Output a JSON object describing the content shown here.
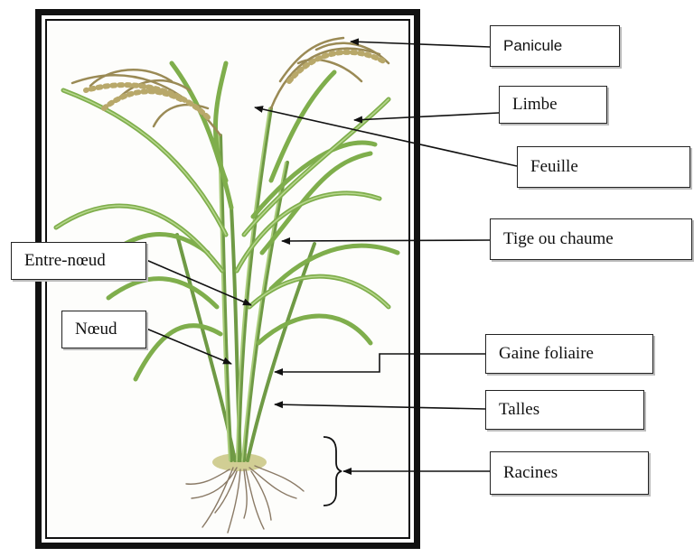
{
  "diagram": {
    "labels": {
      "panicule": "Panicule",
      "limbe": "Limbe",
      "feuille": "Feuille",
      "tige": "Tige ou chaume",
      "entre_noeud": "Entre-nœud",
      "noeud": "Nœud",
      "gaine": "Gaine foliaire",
      "talles": "Talles",
      "racines": "Racines"
    },
    "colors": {
      "frame": "#111111",
      "leaf": "#8fb85a",
      "leaf_dark": "#5e8c3a",
      "panicle": "#9a8a55",
      "root": "#8a7a66"
    },
    "icons": [
      "plant-illustration",
      "bracket-icon",
      "arrow-icon"
    ]
  }
}
